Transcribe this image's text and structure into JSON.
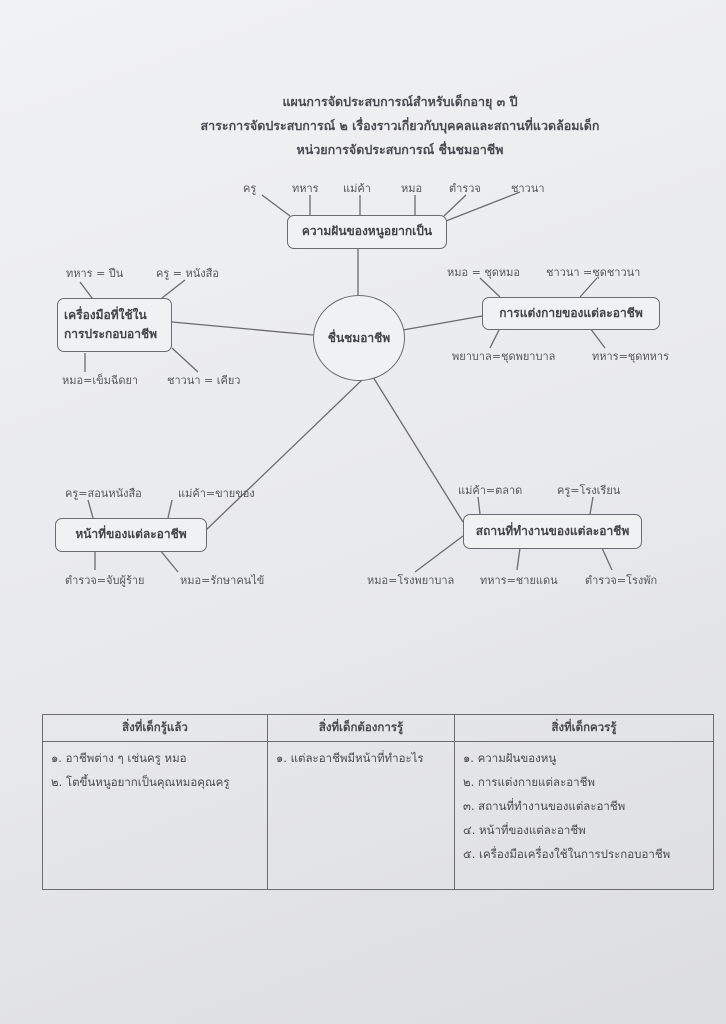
{
  "header": {
    "line1": "แผนการจัดประสบการณ์สำหรับเด็กอายุ ๓ ปี",
    "line2": "สาระการจัดประสบการณ์ ๒ เรื่องราวเกี่ยวกับบุคคลและสถานที่แวดล้อมเด็ก",
    "line3": "หน่วยการจัดประสบการณ์ ชื่นชมอาชีพ"
  },
  "mindmap": {
    "center": "ชื่นชมอาชีพ",
    "top": {
      "title": "ความฝันของหนูอยากเป็น",
      "items": [
        "ครู",
        "ทหาร",
        "แม่ค้า",
        "หมอ",
        "ตำรวจ",
        "ชาวนา"
      ]
    },
    "left": {
      "title_1": "เครื่องมือที่ใช้ใน",
      "title_2": "การประกอบอาชีพ",
      "items": [
        "ทหาร = ปืน",
        "ครู = หนังสือ",
        "หมอ=เข็มฉีดยา",
        "ชาวนา = เคียว"
      ]
    },
    "right": {
      "title": "การแต่งกายของแต่ละอาชีพ",
      "items": [
        "หมอ = ชุดหมอ",
        "ชาวนา =ชุดชาวนา",
        "พยาบาล=ชุดพยาบาล",
        "ทหาร=ชุดทหาร"
      ]
    },
    "bottom_left": {
      "title": "หน้าที่ของแต่ละอาชีพ",
      "items": [
        "ครู=สอนหนังสือ",
        "แม่ค้า=ขายของ",
        "ตำรวจ=จับผู้ร้าย",
        "หมอ=รักษาคนไข้"
      ]
    },
    "bottom_right": {
      "title": "สถานที่ทำงานของแต่ละอาชีพ",
      "items": [
        "แม่ค้า=ตลาด",
        "ครู=โรงเรียน",
        "หมอ=โรงพยาบาล",
        "ทหาร=ชายแดน",
        "ตำรวจ=โรงพัก"
      ]
    }
  },
  "table": {
    "headers": [
      "สิ่งที่เด็กรู้แล้ว",
      "สิ่งที่เด็กต้องการรู้",
      "สิ่งที่เด็กควรรู้"
    ],
    "col1": [
      "๑. อาชีพต่าง ๆ เช่นครู หมอ",
      "๒. โตขึ้นหนูอยากเป็นคุณหมอคุณครู"
    ],
    "col2": [
      "๑. แต่ละอาชีพมีหน้าที่ทำอะไร"
    ],
    "col3": [
      "๑. ความฝันของหนู",
      "๒. การแต่งกายแต่ละอาชีพ",
      "๓. สถานที่ทำงานของแต่ละอาชีพ",
      "๔. หน้าที่ของแต่ละอาชีพ",
      "๕. เครื่องมือเครื่องใช้ในการประกอบอาชีพ"
    ]
  }
}
